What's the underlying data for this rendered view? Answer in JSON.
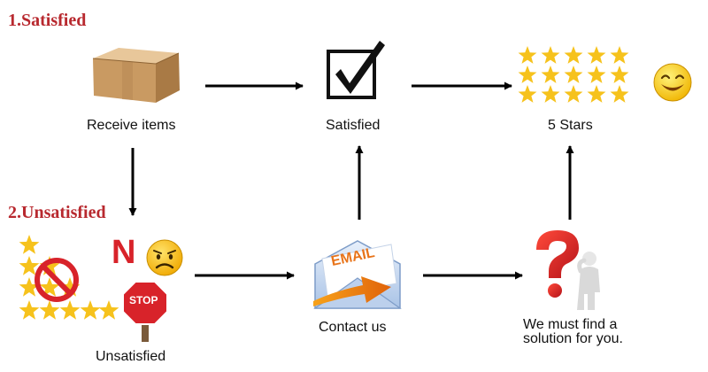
{
  "sections": {
    "satisfied_heading": "1.Satisfied",
    "unsatisfied_heading": "2.Unsatisfied"
  },
  "nodes": {
    "receive": "Receive items",
    "satisfied": "Satisfied",
    "five_stars": "5 Stars",
    "unsatisfied": "Unsatisfied",
    "contact": "Contact us",
    "solution": "We must find a solution for you."
  },
  "badges": {
    "no": "N",
    "stop": "STOP",
    "email": "EMAIL"
  },
  "icons": {
    "receive": "cardboard-box-icon",
    "satisfied": "checkbox-checked-icon",
    "five_stars": "star-grid-icon",
    "happy": "smiley-face-icon",
    "unsatisfied_stars": "prohibited-stars-icon",
    "sad": "sad-face-icon",
    "stop": "stop-sign-icon",
    "contact": "email-envelope-icon",
    "solution": "question-mark-person-icon"
  },
  "colors": {
    "heading": "#b8292f",
    "star": "#f6c21c",
    "prohibit": "#d8232a",
    "arrow": "#000000"
  }
}
